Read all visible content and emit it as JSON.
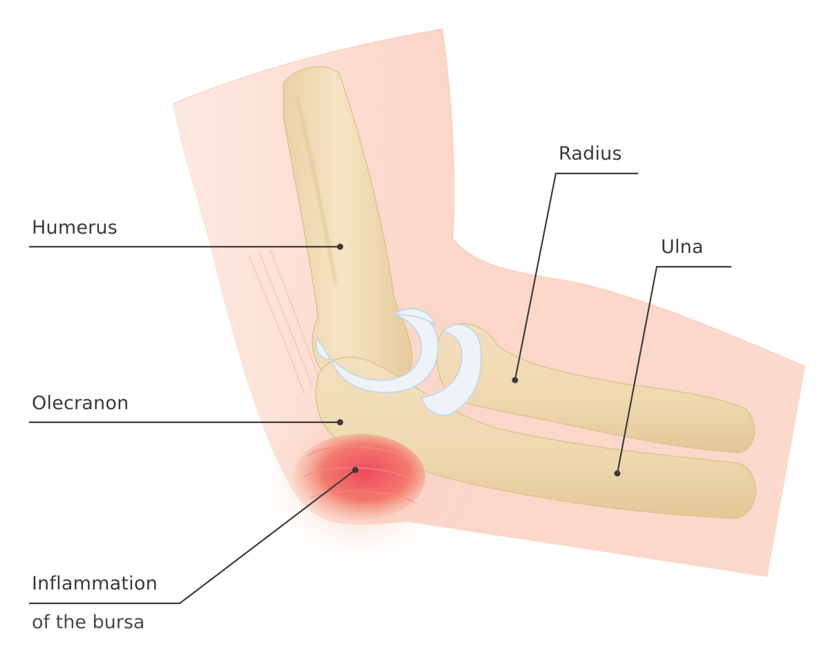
{
  "labels": {
    "humerus": "Humerus",
    "radius": "Radius",
    "ulna": "Ulna",
    "olecranon": "Olecranon",
    "inflammation": "Inflammation",
    "inflammation_sub": "of the bursa"
  },
  "colors": {
    "skin": "#fbd9cc",
    "skin_light": "#fde8df",
    "bone": "#f1dcb6",
    "bone_shadow": "#e3c898",
    "cartilage": "#eef3f8",
    "inflammation": "#ec5b5b",
    "leader": "#3b3b3b",
    "text": "#3a3a3a"
  }
}
